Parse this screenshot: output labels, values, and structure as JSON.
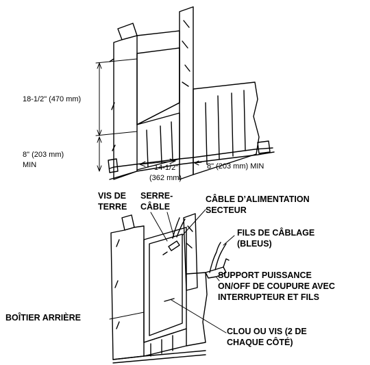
{
  "dimensions": {
    "height_18_5": "18-1/2\" (470 mm)",
    "floor_min_a": "8\" (203 mm)",
    "floor_min_b": "MIN",
    "width_a": "14-1/2\"",
    "width_b": "(362 mm)",
    "side_min": "8\" (203 mm) MIN"
  },
  "callouts": {
    "vis_terre_1": "VIS DE",
    "vis_terre_2": "TERRE",
    "serre_1": "SERRE-",
    "serre_2": "CÂBLE",
    "cable_1": "CÂBLE D’ALIMENTATION",
    "cable_2": "SECTEUR",
    "fils_1": "FILS DE CÂBLAGE",
    "fils_2": "(BLEUS)",
    "support_1": "SUPPORT PUISSANCE",
    "support_2": "ON/OFF DE COUPURE AVEC",
    "support_3": "INTERRUPTEUR ET FILS",
    "boitier": "BOÎTIER ARRIÈRE",
    "clou_1": "CLOU OU VIS (2 DE",
    "clou_2": "CHAQUE CÔTÉ)"
  },
  "colors": {
    "ink": "#000000",
    "paper": "#ffffff"
  }
}
